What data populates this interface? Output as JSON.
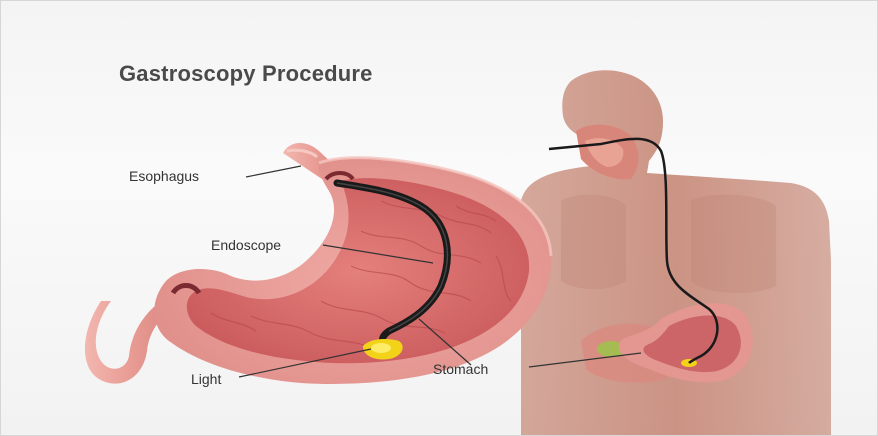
{
  "title": "Gastroscopy Procedure",
  "labels": {
    "esophagus": "Esophagus",
    "endoscope": "Endoscope",
    "light": "Light",
    "stomach": "Stomach"
  },
  "colors": {
    "stomach_outer": "#e9a39a",
    "stomach_inner": "#d9706e",
    "stomach_lining": "#c85a5e",
    "body_silhouette": "#c98c7a",
    "endoscope": "#1a1a1a",
    "light": "#f3d21a"
  }
}
